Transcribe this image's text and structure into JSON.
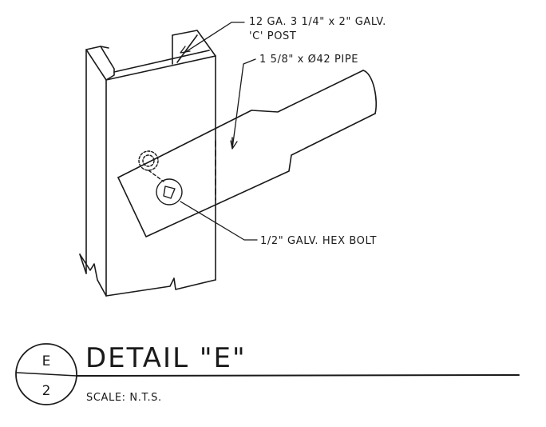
{
  "callouts": {
    "post_line1": "12 GA. 3 1/4\" x 2\" GALV.",
    "post_line2": "'C' POST",
    "pipe": "1 5/8\" x Ø42 PIPE",
    "bolt": "1/2\" GALV. HEX BOLT"
  },
  "title_block": {
    "title": "DETAIL \"E\"",
    "scale": "SCALE: N.T.S.",
    "detail_id": "E",
    "sheet_number": "2"
  },
  "colors": {
    "ink": "#1a1a1a",
    "background": "#ffffff"
  }
}
